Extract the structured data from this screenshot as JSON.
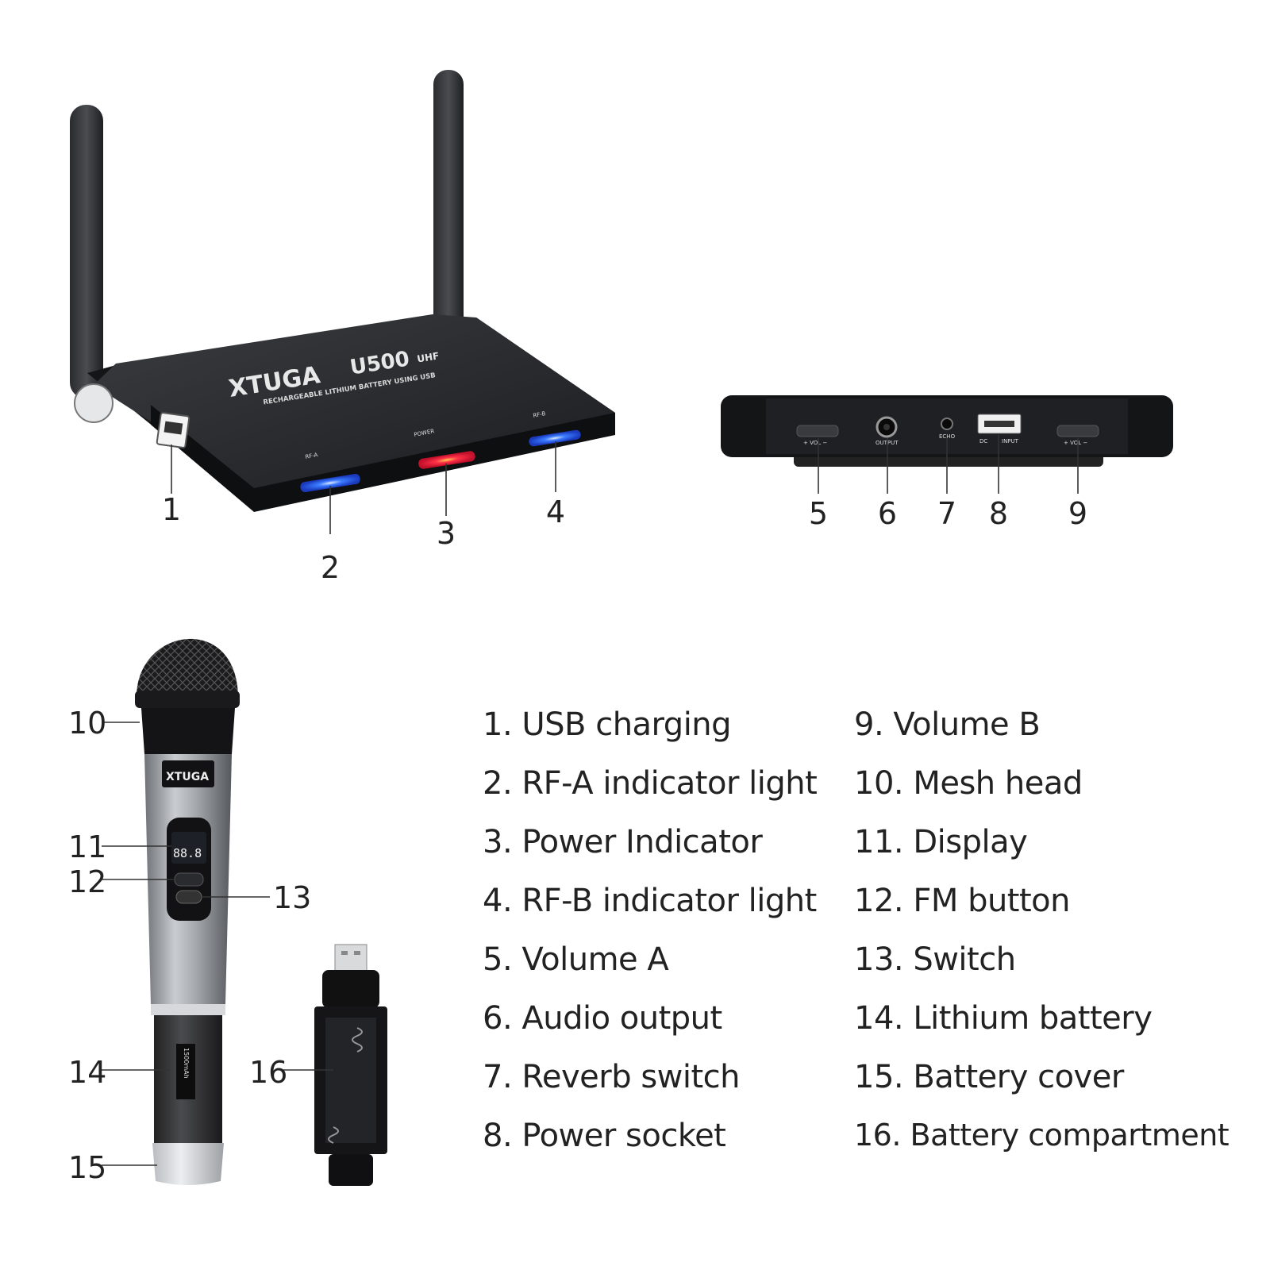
{
  "brand": "XTUGA",
  "receiver": {
    "model": "U500",
    "band": "UHF",
    "tagline": "RECHARGEABLE LITHIUM BATTERY USING USB",
    "front_labels": {
      "rf_a": "RF-A",
      "power": "POWER",
      "rf_b": "RF-B"
    },
    "back_labels": {
      "vol_a": "+ VOL −",
      "output": "OUTPUT",
      "echo": "ECHO",
      "dc": "DC",
      "input": "INPUT",
      "vol_b": "+ VOL −"
    }
  },
  "microphone": {
    "display_text": "88.8",
    "battery_label": "1500mAh"
  },
  "callouts": [
    "1",
    "2",
    "3",
    "4",
    "5",
    "6",
    "7",
    "8",
    "9",
    "10",
    "11",
    "12",
    "13",
    "14",
    "15",
    "16"
  ],
  "legend": {
    "left": [
      "1. USB charging",
      "2. RF-A indicator light",
      "3. Power Indicator",
      "4. RF-B indicator light",
      "5. Volume A",
      "6. Audio output",
      "7. Reverb switch",
      "8. Power socket"
    ],
    "right": [
      "9. Volume B",
      "10. Mesh head",
      "11. Display",
      "12. FM button",
      "13. Switch",
      "14. Lithium battery",
      "15. Battery cover",
      "16. Battery compartment"
    ]
  },
  "colors": {
    "indicator_blue": "#2f6bff",
    "indicator_red": "#ff2a3a",
    "body_dark": "#1e1f22",
    "mic_silver": "#a9adb2"
  }
}
